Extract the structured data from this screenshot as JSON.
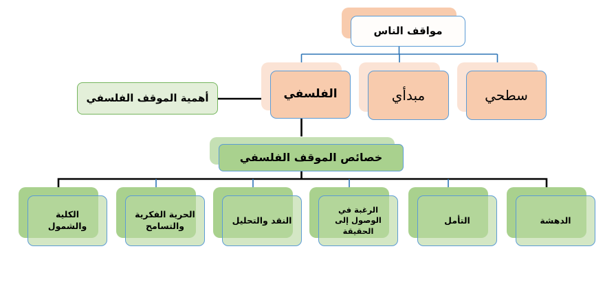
{
  "colors": {
    "peach": "#F8CBAD",
    "peach-light": "#FBE3D5",
    "green": "#A9D18E",
    "green-light": "#C5E0B4",
    "green-pale": "#E3EFD9",
    "green-border": "#74B55C",
    "blue-border": "#5B9BD5",
    "blue-line": "#2E75B6",
    "line-black": "#000000",
    "text": "#000000"
  },
  "tree": {
    "root": {
      "label": "مواقف الناس"
    },
    "branches": [
      {
        "label": "الفلسفي"
      },
      {
        "label": "مبدأي"
      },
      {
        "label": "سطحي"
      }
    ],
    "importance_note": {
      "label": "أهمية الموقف الفلسفي"
    },
    "characteristics": {
      "label": "خصائص الموقف الفلسفي"
    },
    "traits": [
      {
        "label": "الكلية والشمول"
      },
      {
        "label": "الحرية الفكرية والتسامح"
      },
      {
        "label": "النقد والتحليل"
      },
      {
        "label": "الرغبة في الوصول إلى الحقيقة"
      },
      {
        "label": "التأمل"
      },
      {
        "label": "الدهشة"
      }
    ]
  }
}
